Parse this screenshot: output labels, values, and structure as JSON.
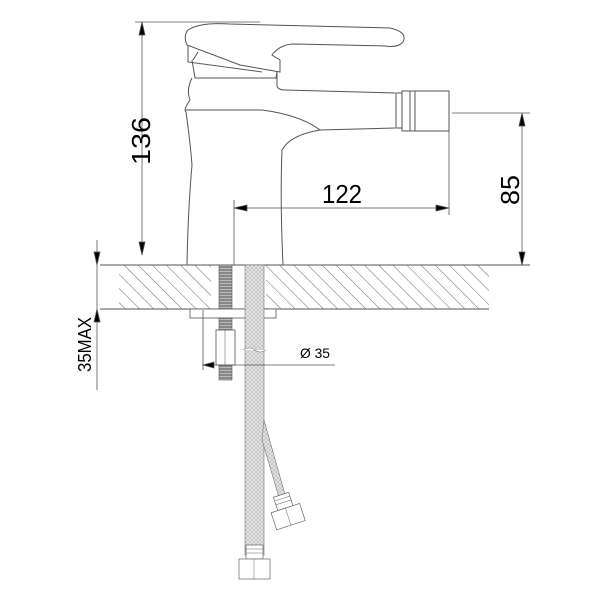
{
  "diagram": {
    "subject": "Bidet mixer faucet technical drawing",
    "dimensions": {
      "height": "136",
      "spout_reach": "122",
      "outlet_height": "85",
      "max_counter_thickness": "35MAX",
      "hole_diameter": "Ø 35"
    },
    "colors": {
      "line": "#555555",
      "text": "#000000",
      "hose_fill": "#d8d8d8",
      "background": "#ffffff"
    }
  }
}
